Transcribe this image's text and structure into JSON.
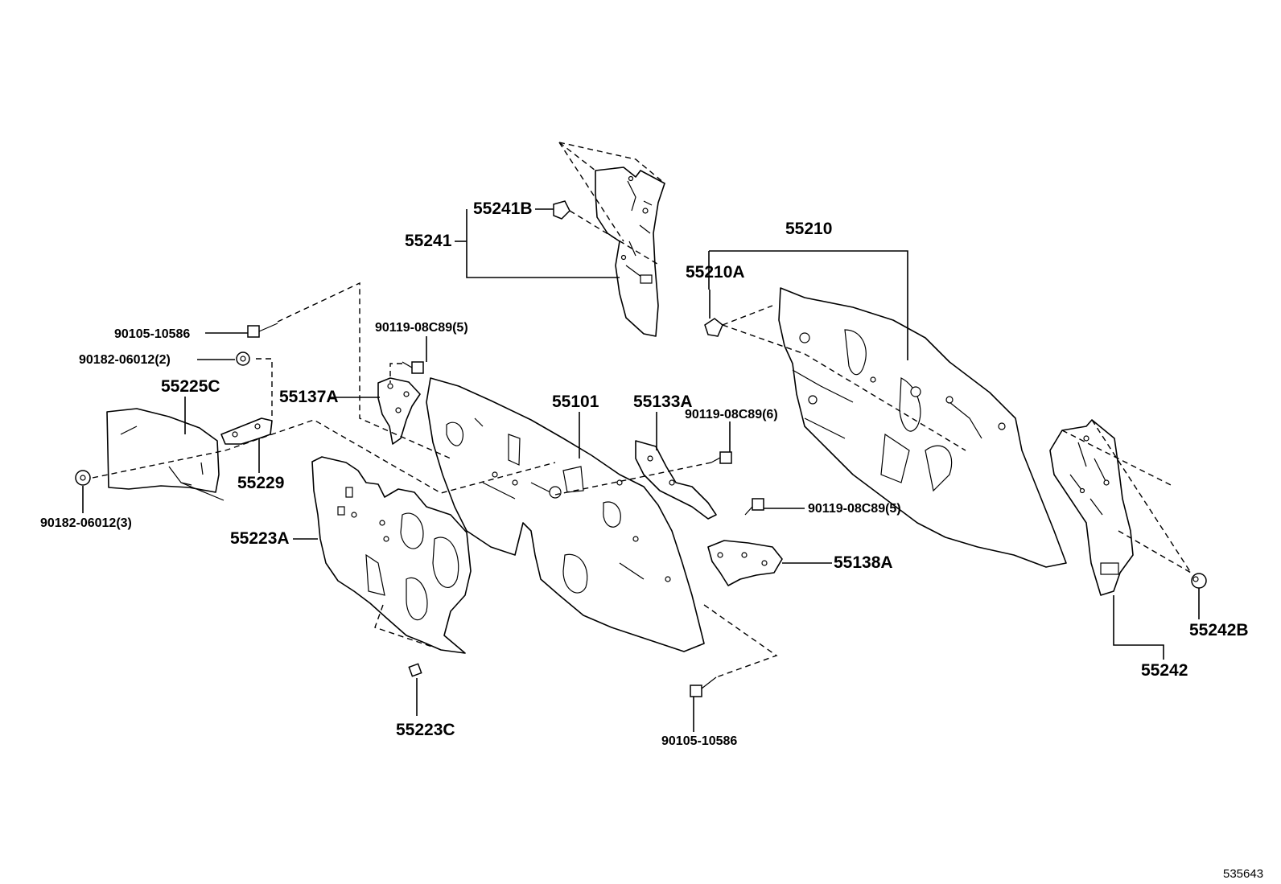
{
  "diagram_id": "535643",
  "labels": {
    "p55241B": "55241B",
    "p55241": "55241",
    "p55210": "55210",
    "p55210A": "55210A",
    "p90105_top": "90105-10586",
    "p90119_left": "90119-08C89(5)",
    "p90182_2": "90182-06012(2)",
    "p55225C": "55225C",
    "p55137A": "55137A",
    "p55101": "55101",
    "p55133A": "55133A",
    "p90119_6": "90119-08C89(6)",
    "p55229": "55229",
    "p90182_3": "90182-06012(3)",
    "p55223A": "55223A",
    "p90119_right": "90119-08C89(5)",
    "p55138A": "55138A",
    "p55242B": "55242B",
    "p55242": "55242",
    "p55223C": "55223C",
    "p90105_bottom": "90105-10586"
  }
}
